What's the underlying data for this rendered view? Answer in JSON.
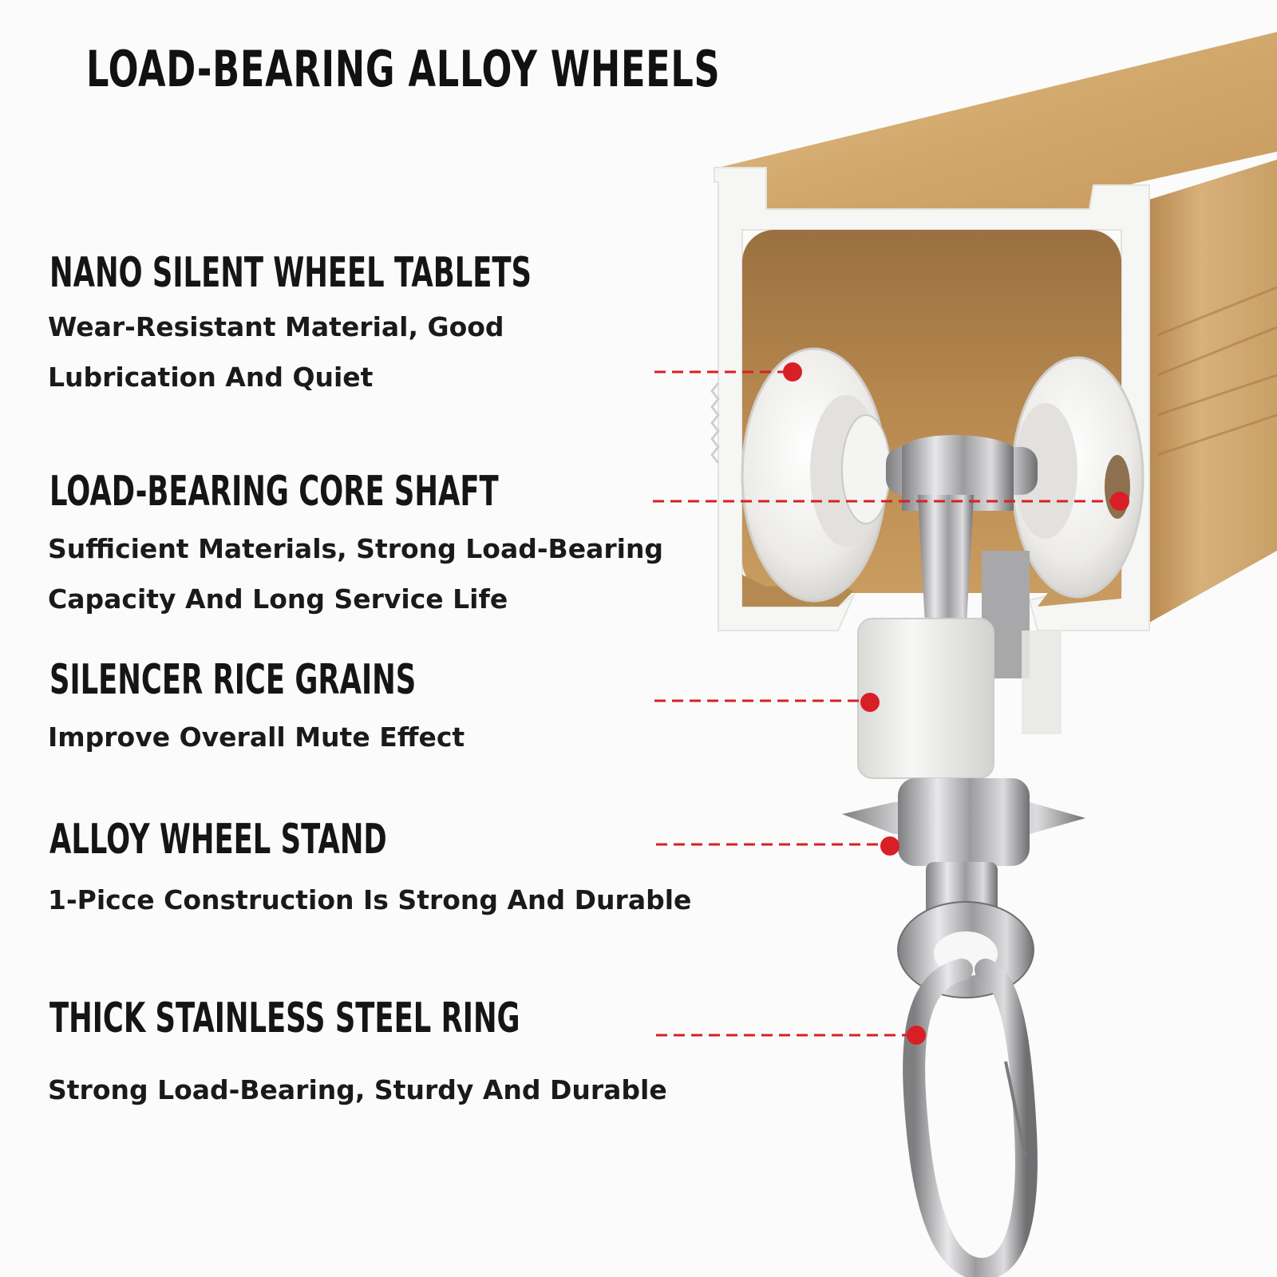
{
  "title": "LOAD-BEARING ALLOY WHEELS",
  "features": [
    {
      "title": "NANO SILENT WHEEL TABLETS",
      "desc_lines": [
        "Wear-Resistant Material, Good",
        "Lubrication And Quiet"
      ]
    },
    {
      "title": "LOAD-BEARING CORE SHAFT",
      "desc_lines": [
        "Sufficient Materials, Strong Load-Bearing",
        "Capacity And Long Service Life"
      ]
    },
    {
      "title": "SILENCER RICE GRAINS",
      "desc_lines": [
        "Improve Overall Mute Effect"
      ]
    },
    {
      "title": "ALLOY WHEEL STAND",
      "desc_lines": [
        "1-Picce Construction Is Strong And Durable"
      ]
    },
    {
      "title": "THICK STAINLESS STEEL RING",
      "desc_lines": [
        "Strong Load-Bearing, Sturdy And Durable"
      ]
    }
  ],
  "colors": {
    "callout": "#d81f26",
    "rail_gold": "#cfa46b",
    "wheel_white": "#f3f3f1",
    "steel": "#b9b9bb"
  }
}
